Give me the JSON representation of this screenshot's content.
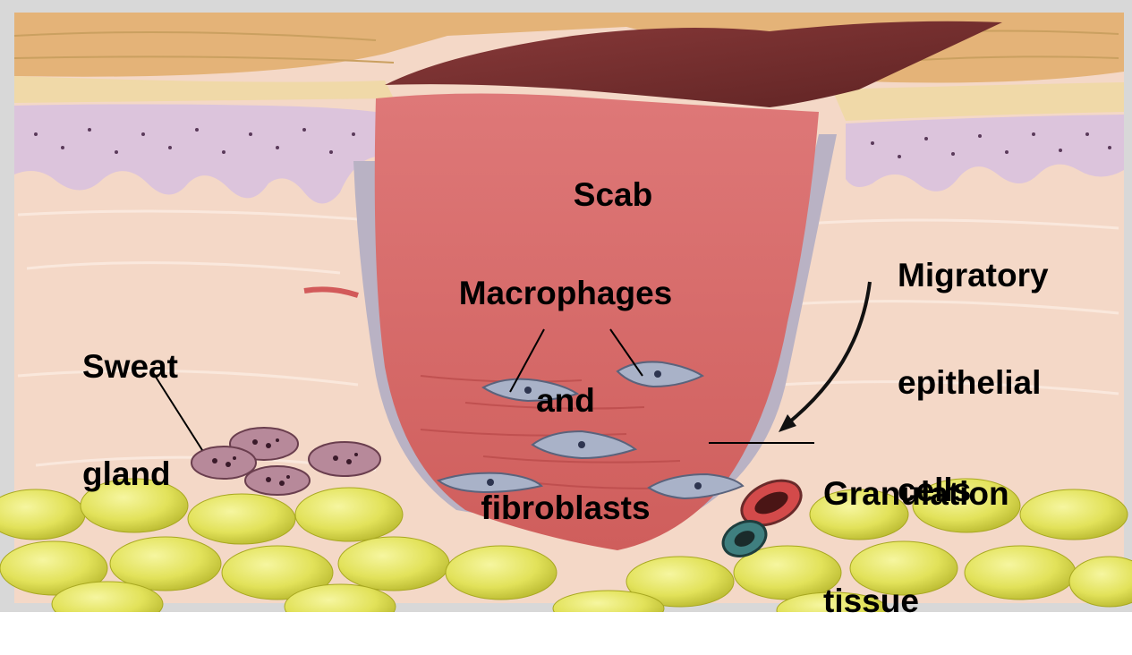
{
  "diagram": {
    "labels": {
      "scab": "Scab",
      "macrophages": [
        "Macrophages",
        "and",
        "fibroblasts"
      ],
      "migratory": [
        "Migratory",
        "epithelial",
        "cells"
      ],
      "sweat": [
        "Sweat",
        "gland"
      ],
      "granulation": [
        "Granulation",
        "tissue"
      ]
    }
  }
}
